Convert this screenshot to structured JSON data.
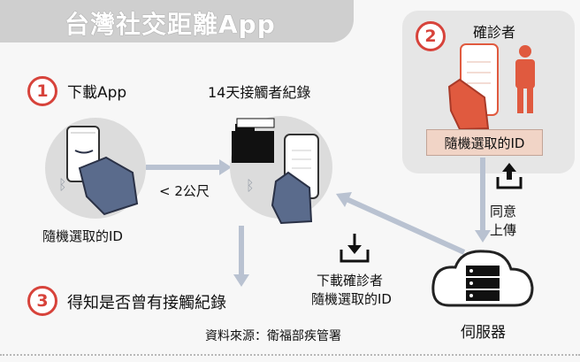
{
  "title": "台灣社交距離App",
  "step1": {
    "number": "1",
    "label": "下載App"
  },
  "step2": {
    "number": "2",
    "label": "確診者"
  },
  "step3": {
    "number": "3",
    "label": "得知是否曾有接觸紀錄"
  },
  "record_label": "14天接觸者紀錄",
  "distance_label": "< 2公尺",
  "random_id_left": "隨機選取的ID",
  "random_id_case": "隨機選取的ID",
  "consent_upload": [
    "同意",
    "上傳"
  ],
  "download_label": [
    "下載確診者",
    "隨機選取的ID"
  ],
  "server_label": "伺服器",
  "source": "資料來源：衛福部疾管署",
  "colors": {
    "accent_red": "#d7433b",
    "panel_gray": "#e6e6e6",
    "id_tag": "#f1d4c6",
    "phone_blue": "#5a6b8c"
  }
}
